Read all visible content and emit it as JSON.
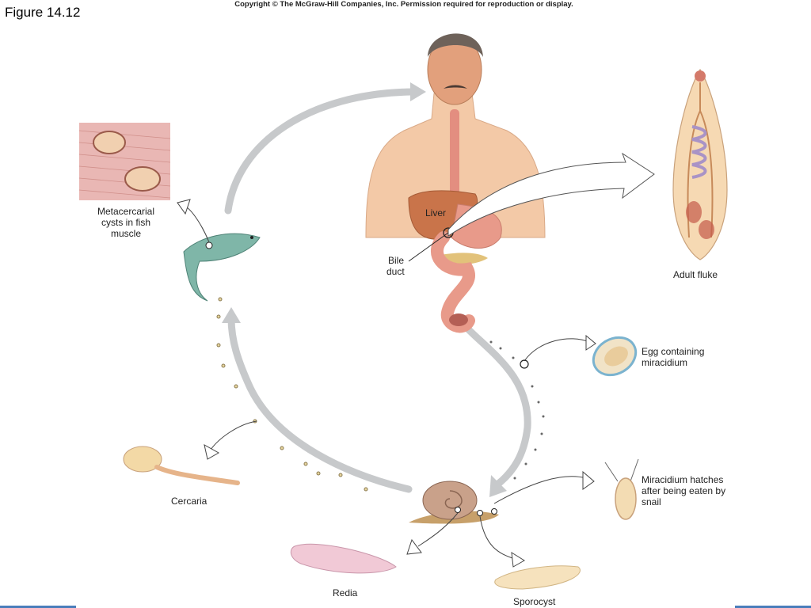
{
  "figure": "Figure 14.12",
  "copyright": "Copyright © The McGraw-Hill Companies, Inc. Permission required for reproduction or display.",
  "labels": {
    "liver": "Liver",
    "bile_duct_1": "Bile",
    "bile_duct_2": "duct",
    "metacercarial_1": "Metacercarial",
    "metacercarial_2": "cysts in fish",
    "metacercarial_3": "muscle",
    "adult_fluke": "Adult fluke",
    "egg_1": "Egg containing",
    "egg_2": "miracidium",
    "miracidium_1": "Miracidium hatches",
    "miracidium_2": "after being eaten by",
    "miracidium_3": "snail",
    "cercaria": "Cercaria",
    "redia": "Redia",
    "sporocyst": "Sporocyst"
  },
  "colors": {
    "cycle_arrow": "#c7c9cb",
    "skin": "#f3c9a7",
    "liver": "#c9744a",
    "intestine": "#e89a8a",
    "fluke": "#f6d9b3",
    "fish": "#7fb6a8",
    "muscle": "#e9b7b4",
    "snail": "#b98e76"
  }
}
